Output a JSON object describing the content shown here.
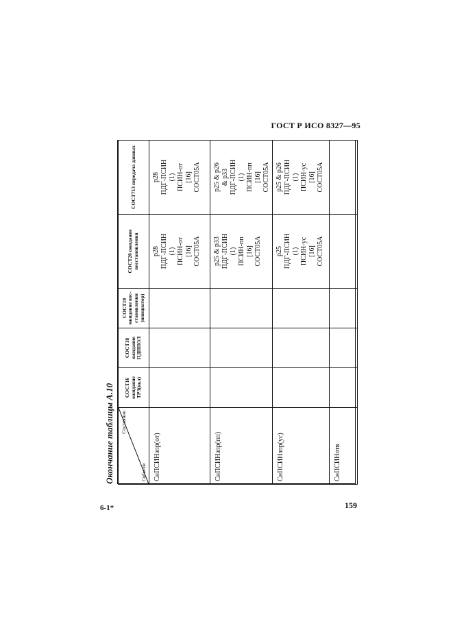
{
  "header": {
    "standard": "ГОСТ Р ИСО  8327—95"
  },
  "caption": "Окончание таблицы А.10",
  "footer": {
    "left": "6-1*",
    "page": "159"
  },
  "table": {
    "corner": {
      "state": "Состояние",
      "event": "Событие"
    },
    "columns": [
      "СОСТ16 ожидание ТРЗ(вкл)",
      "СОСТ18 ожидание ПДППОЛ",
      "СОСТ19 ожидание вос- становления (инициатор)",
      "СОСТ20 ожидание восстановления",
      "СОСТ713 передача данных"
    ],
    "rows": [
      {
        "event": "СнПСИНзпр(от)",
        "cells": [
          [],
          [],
          [],
          [
            "p28",
            "ПДГ-ПСИН",
            "(1)",
            "ПСИН-от",
            "[16]",
            "СОСТ05А"
          ],
          [
            "p28",
            "ПДГ-ПСИН",
            "(1)",
            "ПСИН-от",
            "[16]",
            "СОСТ05А"
          ]
        ]
      },
      {
        "event": "СнПСИНзпр(пп)",
        "cells": [
          [],
          [],
          [],
          [
            "p25 & p33",
            "ПДГ-ПСИН",
            "(1)",
            "ПСИН-пп",
            "[16]",
            "СОСТ05А"
          ],
          [
            "p25 & p26",
            "& p33",
            "ПДГ-ПСИН",
            "(1)",
            "ПСИН-пп",
            "[16]",
            "СОСТ05А"
          ]
        ]
      },
      {
        "event": "СнПСИНзпр(ус)",
        "cells": [
          [],
          [],
          [],
          [
            "p25",
            "ПДГ-ПСИН",
            "(1)",
            "ПСИН-ус",
            "[16]",
            "СОСТ05А"
          ],
          [
            "p25 & p26",
            "ПДГ-ПСИН",
            "(1)",
            "ПСИН-ус",
            "[16]",
            "СОСТ05А"
          ]
        ]
      },
      {
        "event": "СнПСИНотв",
        "cells": [
          [],
          [],
          [],
          [],
          []
        ]
      }
    ]
  }
}
